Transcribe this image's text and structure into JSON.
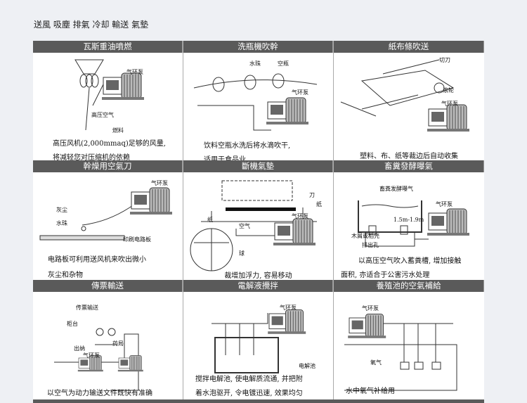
{
  "page_title": "送風 吸塵 排氣 冷却 輸送 氣墊",
  "cells": [
    {
      "title": "瓦斯重油噴燃",
      "labels": [
        "气环泵",
        "高压空气",
        "燃料"
      ],
      "caption": [
        "高压风机(2,000mmaq)足够的风量,",
        "将减轻您对压缩机的依赖"
      ]
    },
    {
      "title": "洗瓶機吹幹",
      "labels": [
        "水珠",
        "空瓶",
        "气环泵"
      ],
      "caption": [
        "饮料空瓶水洗后将水滴吹干,",
        "适用于食品业"
      ]
    },
    {
      "title": "紙布條吹送",
      "labels": [
        "切刀",
        "滚轮",
        "气环泵"
      ],
      "caption": [
        "塑料、布、纸等裁边后自动收集"
      ]
    },
    {
      "title": "幹燥用空氣刀",
      "labels": [
        "气环泵",
        "灰尘",
        "水珠",
        "印刷电路板"
      ],
      "caption": [
        "电路板可利用送风机来吹出微小",
        "灰尘和杂物"
      ]
    },
    {
      "title": "斷機氣墊",
      "labels": [
        "刀",
        "纸",
        "气环泵",
        "纸",
        "空气",
        "球"
      ],
      "caption": [
        "裁增加浮力, 容易移动"
      ]
    },
    {
      "title": "畜糞發酵曝氣",
      "labels": [
        "畜粪发酵曝气",
        "气环泵",
        "1.5m-1.9m",
        "木屑或稻壳",
        "排出孔"
      ],
      "caption": [
        "以高压空气吹入蓄粪槽, 增加接触",
        "面积, 亦适合于公害污水处理"
      ]
    },
    {
      "title": "傳票輸送",
      "labels": [
        "传票输送",
        "柜台",
        "出纳",
        "药局",
        "气环泵"
      ],
      "caption": [
        "以空气为动力输送文件既快有准确"
      ]
    },
    {
      "title": "電解液攪拌",
      "labels": [
        "气环泵",
        "电解池"
      ],
      "caption": [
        "搅拌电解池, 使电解质流通, 并把附",
        "着水泡驱开, 令电镀迅速, 效果均匀"
      ]
    },
    {
      "title": "養殖池的空氣補給",
      "labels": [
        "气环泵",
        "氧气"
      ],
      "caption": [
        "水中氧气补给用"
      ]
    }
  ]
}
